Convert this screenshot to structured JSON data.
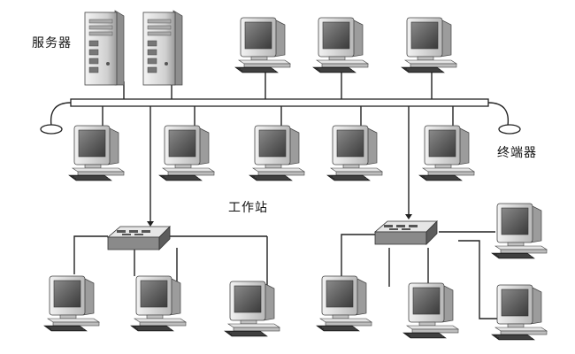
{
  "labels": {
    "server": "服务器",
    "terminator": "终端器",
    "workstation": "工作站"
  },
  "colors": {
    "line": "#222222",
    "monitor_frame": "#cfcfcf",
    "monitor_screen": "#5e5e5e",
    "tower": "#d6d6d6",
    "hub": "#8a8a8a"
  }
}
